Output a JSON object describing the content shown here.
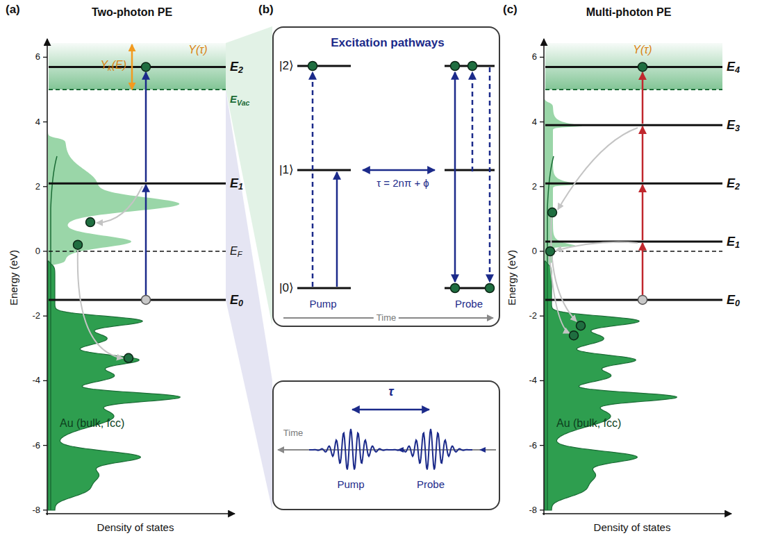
{
  "diagram": {
    "nodes": [
      {
        "text": [
          "Excitation pathways",
          "|2⟩",
          "|1⟩",
          "τ = 2nπ + ϕ",
          "|0⟩",
          "Pump",
          "Probe",
          "Time"
        ]
      },
      {
        "text": [
          "τ",
          "Time",
          "Pump",
          "Probe"
        ]
      }
    ],
    "labels": [
      "(a)",
      "Two-photon PE",
      "(b)",
      "(c)",
      "Multi-photon PE",
      "Yk(E)",
      "Y(τ)",
      "E2",
      "EVac",
      "E1",
      "EF",
      "E0",
      "Au (bulk, fcc)",
      "Energy (eV)",
      "Density of states",
      "6",
      "4",
      "2",
      "0",
      "-2",
      "-4",
      "-6",
      "-8",
      "Y(τ)",
      "E4",
      "E3",
      "E2",
      "E1",
      "E0",
      "Au (bulk, fcc)",
      "Energy (eV)",
      "Density of states",
      "6",
      "4",
      "2",
      "0",
      "-2",
      "-4",
      "-6",
      "-8"
    ]
  }
}
